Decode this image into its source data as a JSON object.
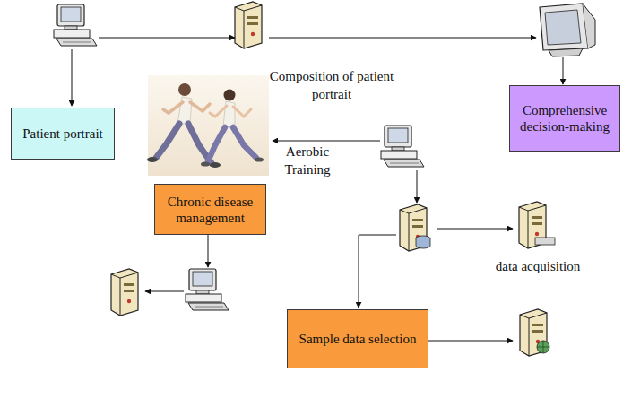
{
  "diagram": {
    "nodes": [
      {
        "text": [
          "Patient portrait"
        ]
      },
      {
        "text": [
          "Comprehensive decision-making"
        ]
      },
      {
        "text": [
          "Chronic disease management"
        ]
      },
      {
        "text": [
          "Sample data selection"
        ]
      }
    ],
    "labels": [
      "Composition of patient portrait",
      "Aerobic Training",
      "data acquisition"
    ]
  }
}
